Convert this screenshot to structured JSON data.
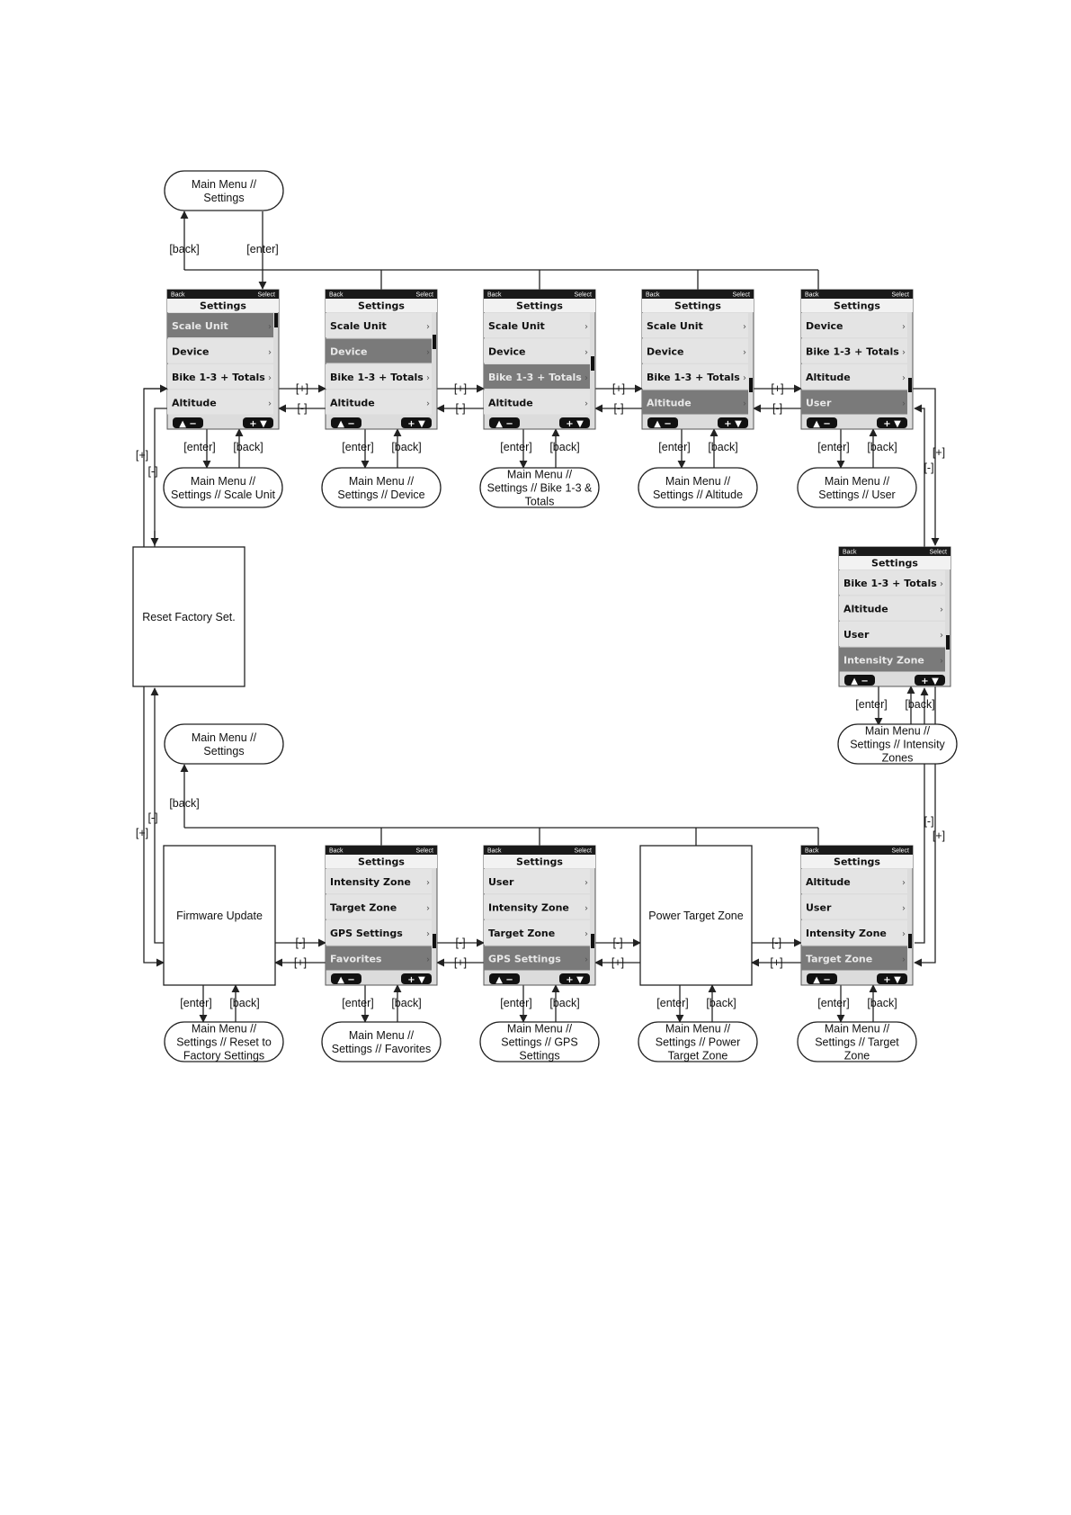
{
  "screen_top_bar": {
    "left": "Back",
    "right": "Select"
  },
  "screen_title": "Settings",
  "screen_buttons": {
    "up_minus": "▲ −",
    "plus_down": "+ ▼"
  },
  "edge_labels": {
    "enter": "[enter]",
    "back": "[back]",
    "plus": "[+]",
    "minus": "[-]"
  },
  "top_pill": [
    "Main Menu //",
    "Settings"
  ],
  "bottom_pill": [
    "Main Menu //",
    "Settings"
  ],
  "boxes": {
    "reset": "Reset Factory Set.",
    "firmware": "Firmware Update",
    "power": "Power Target Zone"
  },
  "screens": [
    {
      "items": [
        "Scale Unit",
        "Device",
        "Bike 1-3 + Totals",
        "Altitude"
      ],
      "selected": 0
    },
    {
      "items": [
        "Scale Unit",
        "Device",
        "Bike 1-3 + Totals",
        "Altitude"
      ],
      "selected": 1
    },
    {
      "items": [
        "Scale Unit",
        "Device",
        "Bike 1-3 + Totals",
        "Altitude"
      ],
      "selected": 2
    },
    {
      "items": [
        "Scale Unit",
        "Device",
        "Bike 1-3 + Totals",
        "Altitude"
      ],
      "selected": 3
    },
    {
      "items": [
        "Device",
        "Bike 1-3 + Totals",
        "Altitude",
        "User"
      ],
      "selected": 3
    },
    {
      "items": [
        "Bike 1-3 + Totals",
        "Altitude",
        "User",
        "Intensity Zone"
      ],
      "selected": 3
    },
    {
      "items": [
        "Intensity Zone",
        "Target Zone",
        "GPS Settings",
        "Favorites"
      ],
      "selected": 3
    },
    {
      "items": [
        "User",
        "Intensity Zone",
        "Target Zone",
        "GPS Settings"
      ],
      "selected": 3
    },
    {
      "items": [
        "Altitude",
        "User",
        "Intensity Zone",
        "Target Zone"
      ],
      "selected": 3
    }
  ],
  "sub_pills": [
    [
      "Main Menu //",
      "Settings // Scale Unit"
    ],
    [
      "Main Menu //",
      "Settings // Device"
    ],
    [
      "Main Menu //",
      "Settings // Bike 1-3 &",
      "Totals"
    ],
    [
      "Main Menu //",
      "Settings // Altitude"
    ],
    [
      "Main Menu //",
      "Settings // User"
    ],
    [
      "Main Menu //",
      "Settings // Intensity",
      "Zones"
    ],
    [
      "Main Menu //",
      "Settings // Reset to",
      "Factory Settings"
    ],
    [
      "Main Menu //",
      "Settings // Favorites"
    ],
    [
      "Main Menu //",
      "Settings // GPS",
      "Settings"
    ],
    [
      "Main Menu //",
      "Settings // Power",
      "Target Zone"
    ],
    [
      "Main Menu //",
      "Settings // Target",
      "Zone"
    ]
  ]
}
